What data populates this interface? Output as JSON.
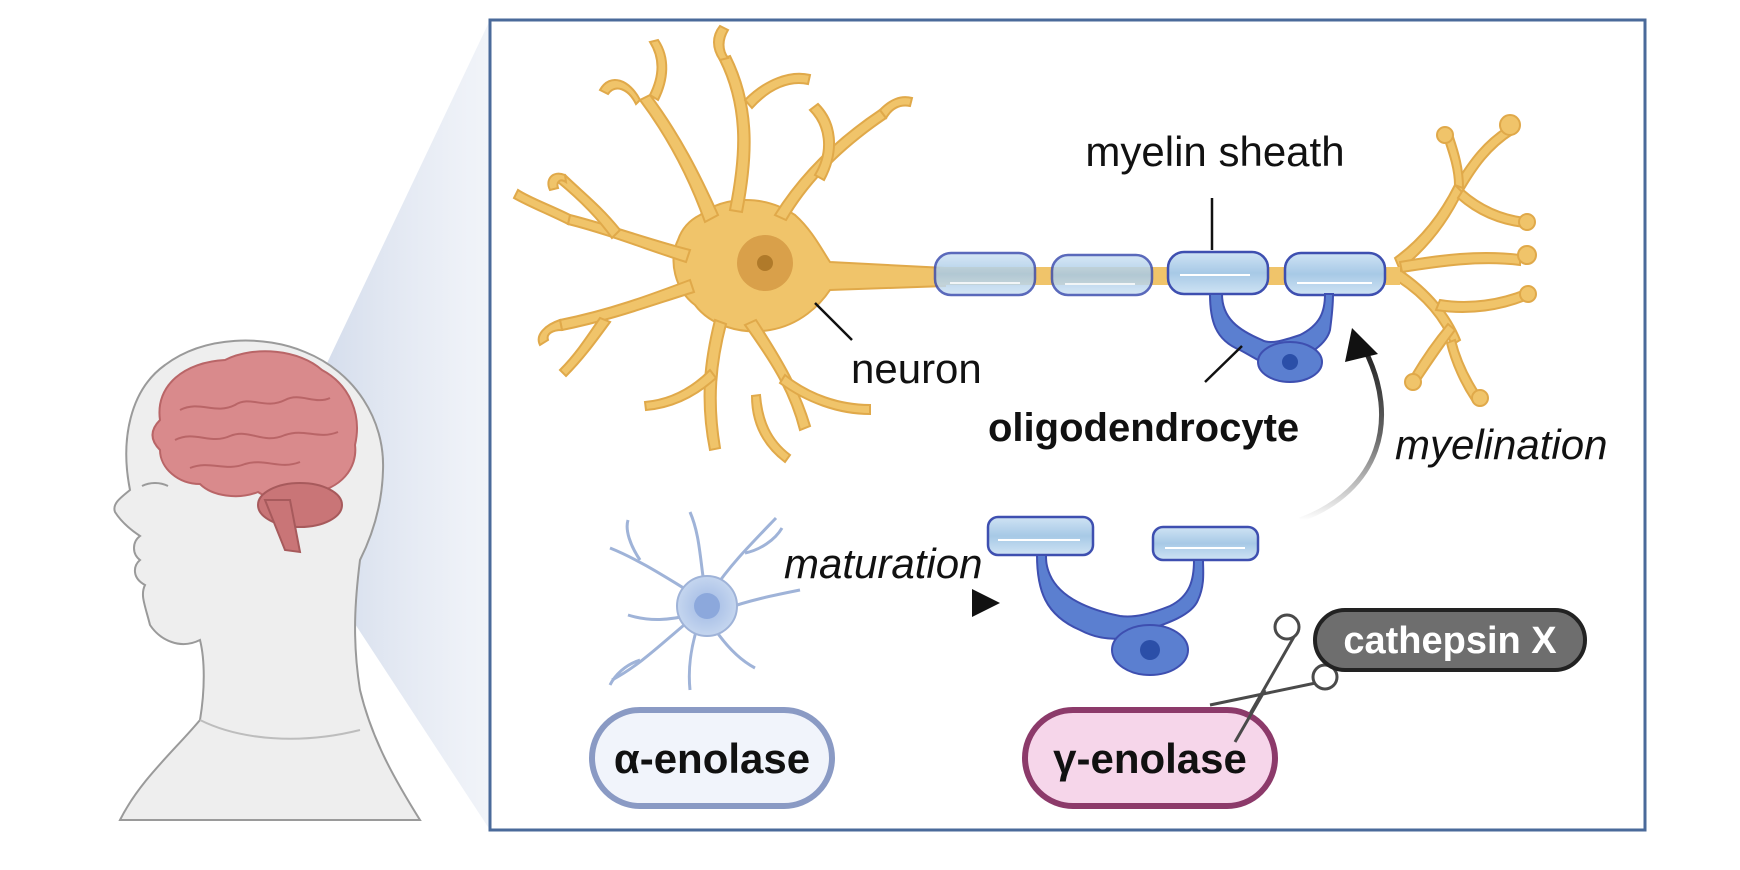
{
  "labels": {
    "myelin_sheath": "myelin sheath",
    "neuron": "neuron",
    "oligodendrocyte": "oligodendrocyte",
    "myelination": "myelination",
    "maturation": "maturation"
  },
  "badges": {
    "alpha_enolase": "α-enolase",
    "gamma_enolase": "γ-enolase",
    "cathepsin_x": "cathepsin X"
  },
  "colors": {
    "frame": "#4a6a9a",
    "neuron": "#f0c46a",
    "neuron_soma": "#d9a04a",
    "myelin": "#a9cde8",
    "oligodendrocyte": "#5b7fd0",
    "opc": "#b8cdea",
    "brain": "#d98a8c",
    "alpha_pill_border": "#8a9ac4",
    "alpha_pill_fill": "#f1f4fb",
    "gamma_pill_border": "#8c3a6a",
    "gamma_pill_fill": "#f6d6ea",
    "cathepsin_fill": "#6e6e6e"
  },
  "icons": [
    "human-head-icon",
    "brain-icon",
    "neuron-icon",
    "oligodendrocyte-icon",
    "opc-icon",
    "scissors-icon",
    "arrow-icon"
  ]
}
